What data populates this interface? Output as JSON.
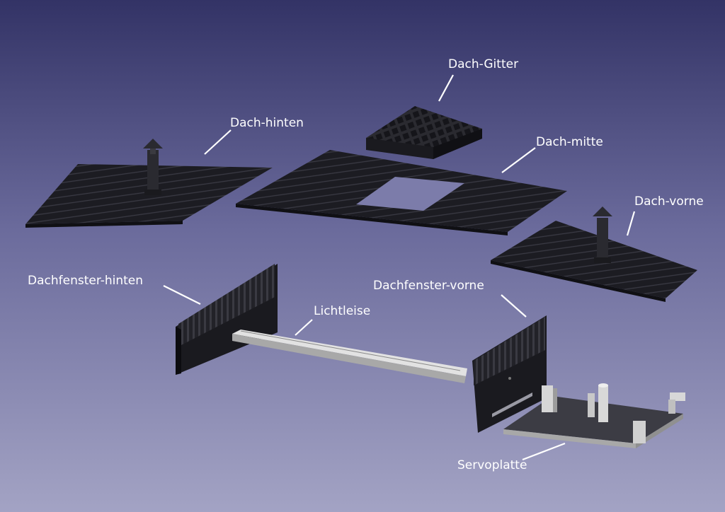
{
  "colors": {
    "bg_top": "#333366",
    "bg_bottom": "#a3a3c4",
    "part_dark": "#1f1f24",
    "part_light": "#d0d0d0",
    "label": "#ffffff"
  },
  "labels": {
    "dach_gitter": "Dach-Gitter",
    "dach_hinten": "Dach-hinten",
    "dach_mitte": "Dach-mitte",
    "dach_vorne": "Dach-vorne",
    "dachfenster_hinten": "Dachfenster-hinten",
    "dachfenster_vorne": "Dachfenster-vorne",
    "lichtleise": "Lichtleise",
    "servoplatte": "Servoplatte"
  }
}
